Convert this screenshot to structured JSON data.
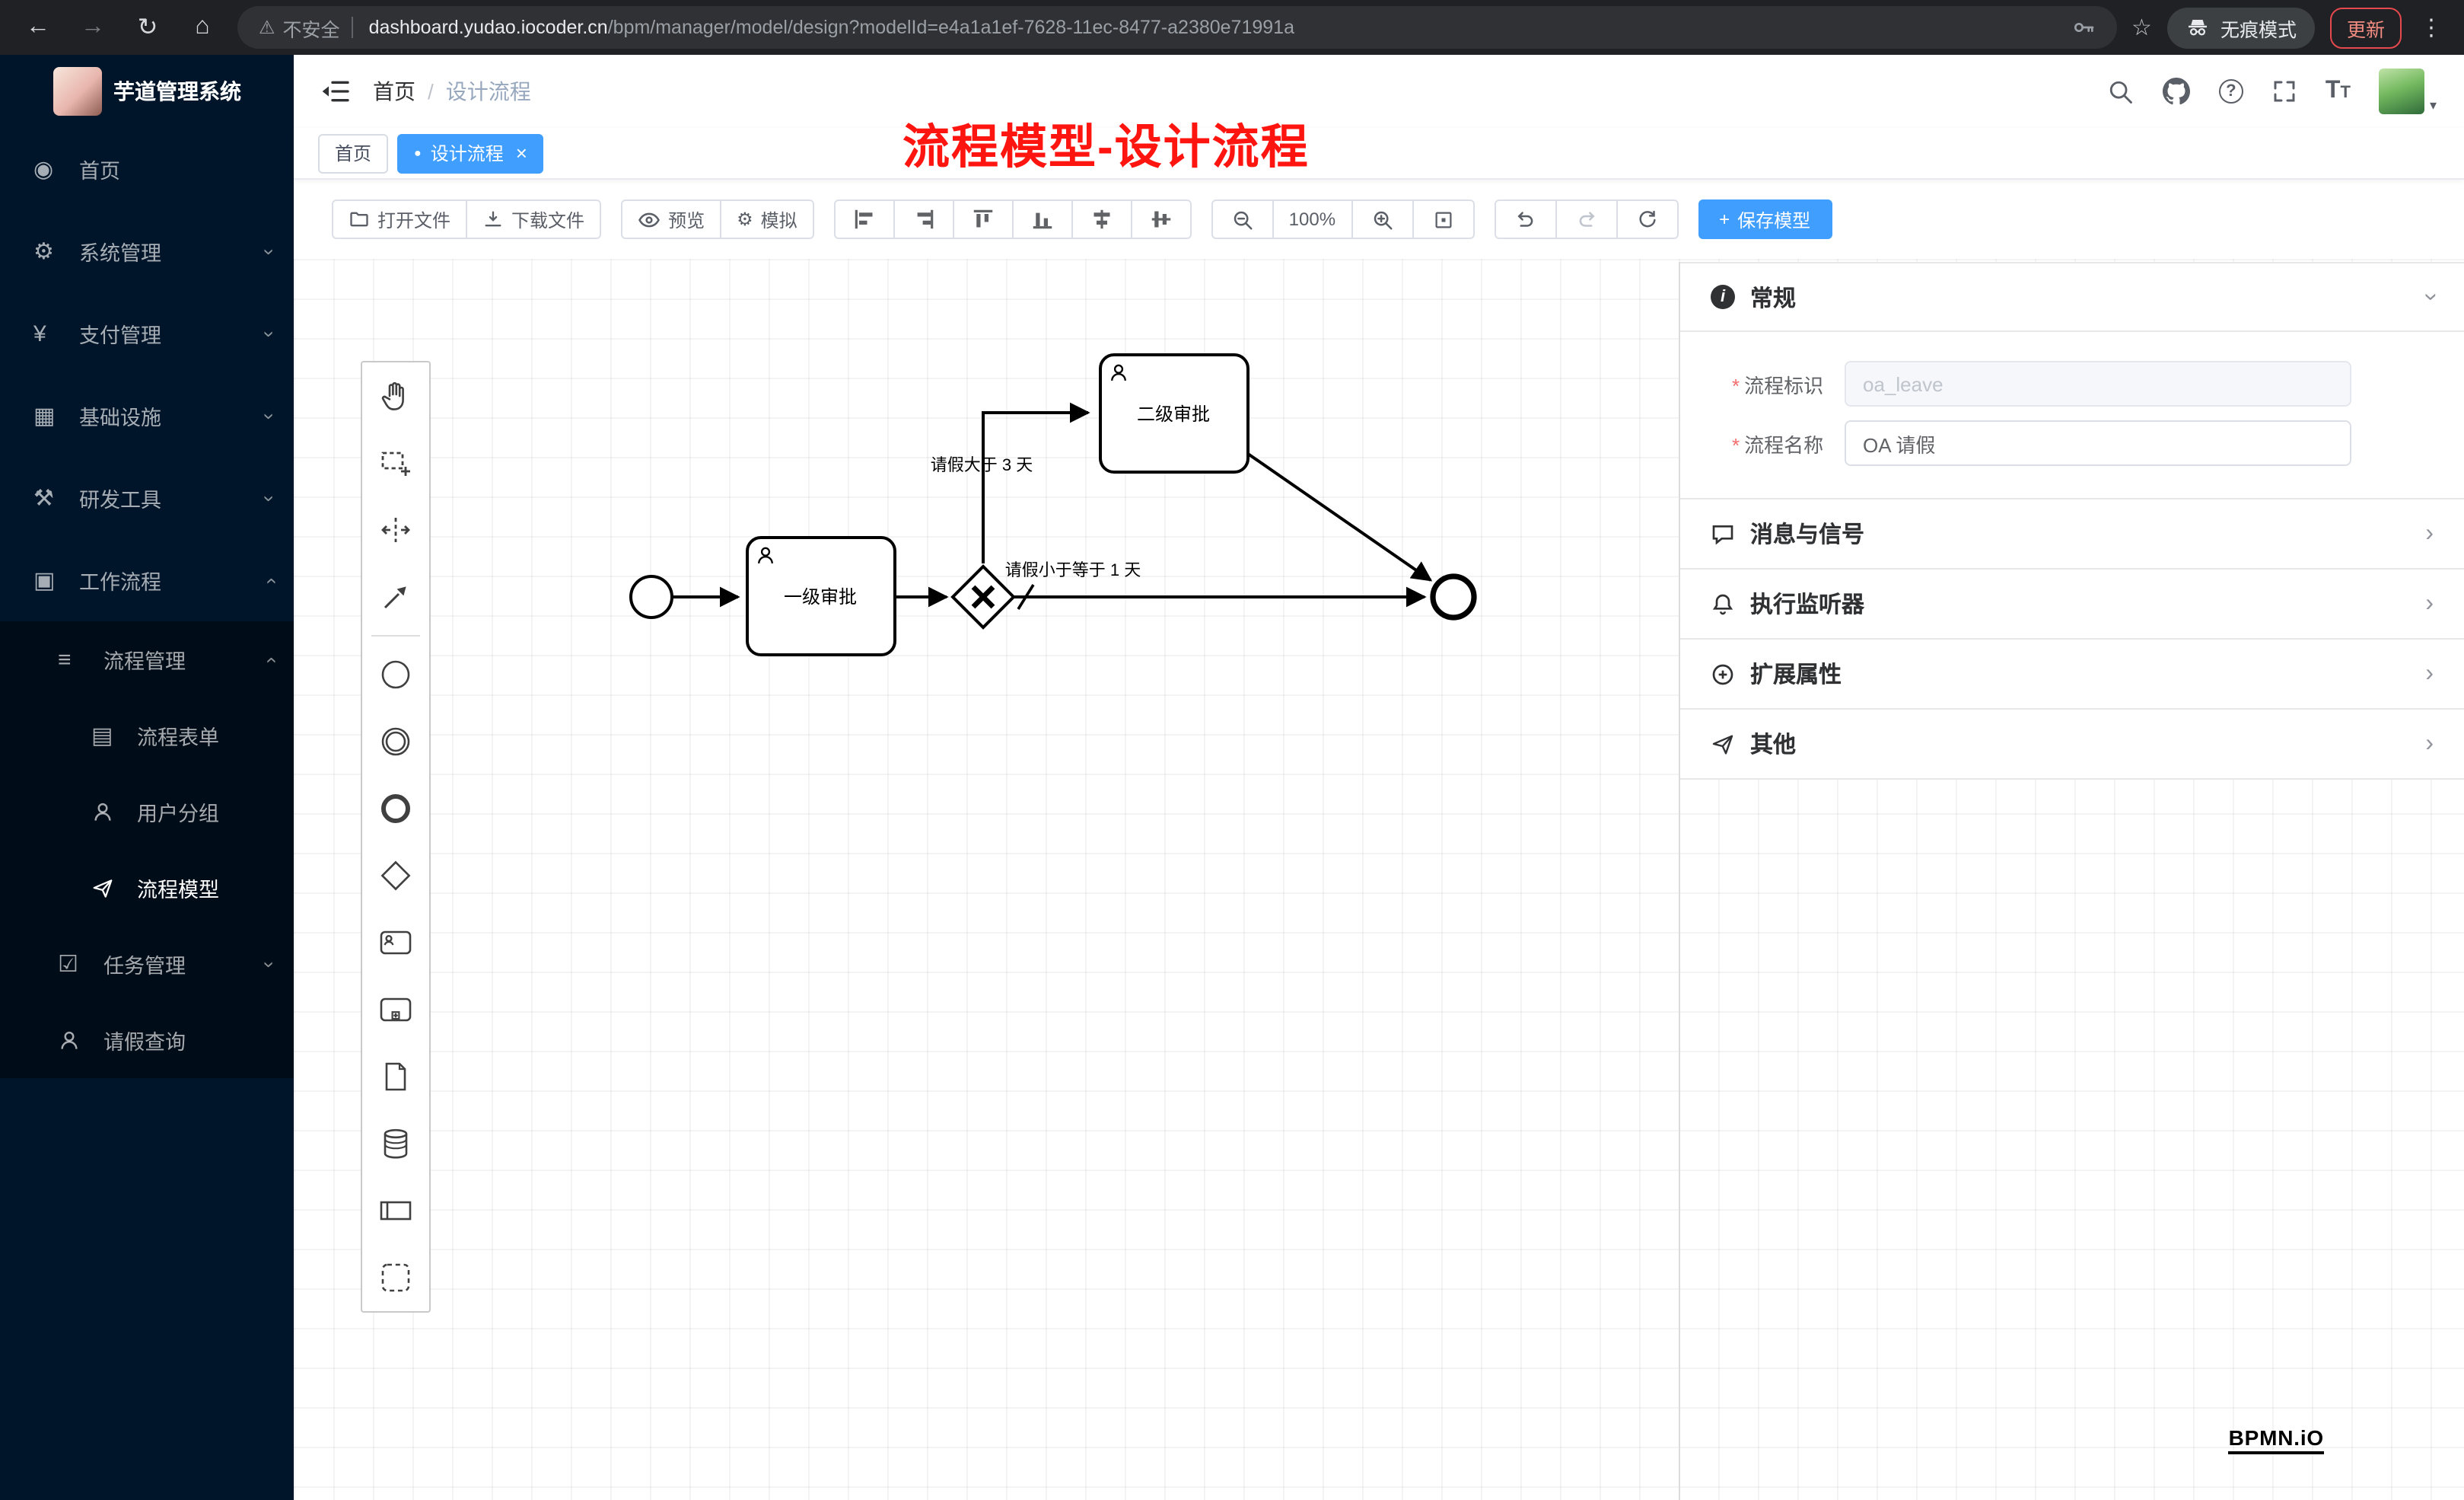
{
  "browser": {
    "security": "不安全",
    "domain": "dashboard.yudao.iocoder.cn",
    "path": "/bpm/manager/model/design?modelId=e4a1a1ef-7628-11ec-8477-a2380e71991a",
    "incognito": "无痕模式",
    "update": "更新"
  },
  "sidebar": {
    "title": "芋道管理系统",
    "items": [
      {
        "label": "首页"
      },
      {
        "label": "系统管理"
      },
      {
        "label": "支付管理"
      },
      {
        "label": "基础设施"
      },
      {
        "label": "研发工具"
      },
      {
        "label": "工作流程"
      },
      {
        "label": "流程管理"
      },
      {
        "label": "流程表单"
      },
      {
        "label": "用户分组"
      },
      {
        "label": "流程模型"
      },
      {
        "label": "任务管理"
      },
      {
        "label": "请假查询"
      }
    ]
  },
  "header": {
    "breadcrumb_home": "首页",
    "breadcrumb_sep": "/",
    "breadcrumb_current": "设计流程",
    "annotation": "流程模型-设计流程"
  },
  "tabs": {
    "home": "首页",
    "current": "设计流程"
  },
  "toolbar": {
    "open": "打开文件",
    "download": "下载文件",
    "preview": "预览",
    "simulate": "模拟",
    "zoom": "100%",
    "save": "保存模型"
  },
  "diagram": {
    "task1": "一级审批",
    "task2": "二级审批",
    "flow_gt3": "请假大于 3 天",
    "flow_lte1": "请假小于等于 1 天"
  },
  "panel": {
    "general": "常规",
    "key_label": "流程标识",
    "key_value": "oa_leave",
    "name_label": "流程名称",
    "name_value": "OA 请假",
    "sections": [
      {
        "label": "消息与信号"
      },
      {
        "label": "执行监听器"
      },
      {
        "label": "扩展属性"
      },
      {
        "label": "其他"
      }
    ]
  },
  "watermark": "BPMN.iO",
  "colors": {
    "accent": "#409eff",
    "annotation_red": "#ff1510",
    "sidebar_bg": "#001529",
    "sidebar_submenu_bg": "#000c17"
  },
  "glyphs": {
    "back": "←",
    "forward": "→",
    "reload": "↻",
    "home": "⌂",
    "warn": "⚠",
    "star": "☆",
    "dots": "⋮",
    "menu_home": "◉",
    "menu_system": "⚙",
    "menu_pay": "¥",
    "menu_infra": "▦",
    "menu_dev": "⚒",
    "menu_flow": "▣",
    "menu_list": "≡",
    "menu_form": "▤",
    "menu_task": "☑",
    "chevron": "›",
    "help": "?",
    "info": "i",
    "tab_dot": "●",
    "tab_close": "×",
    "plus": "+",
    "gear": "⚙",
    "caret": "▾",
    "font_big": "T",
    "font_small": "T"
  }
}
